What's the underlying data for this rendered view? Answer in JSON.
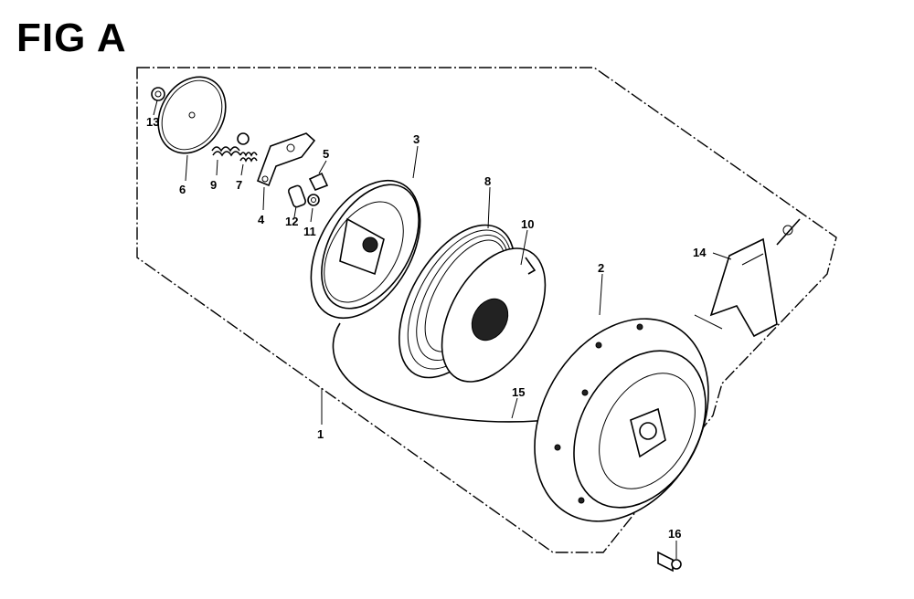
{
  "figure": {
    "title": "FIG A"
  },
  "callouts": {
    "c1": "1",
    "c2": "2",
    "c3": "3",
    "c4": "4",
    "c5": "5",
    "c6": "6",
    "c7": "7",
    "c8": "8",
    "c9": "9",
    "c10": "10",
    "c11": "11",
    "c12": "12",
    "c13": "13",
    "c14": "14",
    "c15": "15",
    "c16": "16"
  },
  "icons": {
    "style": "line-art exploded parts diagram",
    "colors": {
      "ink": "#000000",
      "paper": "#ffffff"
    }
  }
}
